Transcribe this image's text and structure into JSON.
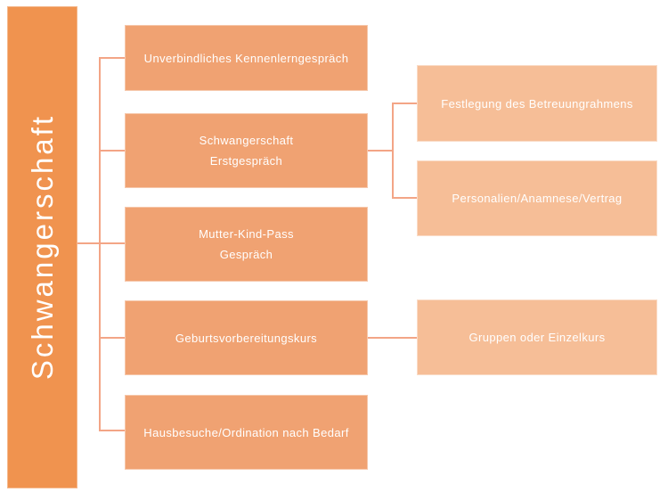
{
  "root": {
    "label": "Schwangerschaft"
  },
  "colors": {
    "root_bar": "#F0934F",
    "primary_box": "#F0A272",
    "secondary_box": "#F6BE97",
    "connector": "#F3A586",
    "text": "#FFFFFF",
    "background": "#FFFFFF"
  },
  "primary_nodes": [
    {
      "lines": [
        "Unverbindliches Kennenlerngespräch"
      ]
    },
    {
      "lines": [
        "Schwangerschaft",
        "Erstgespräch"
      ]
    },
    {
      "lines": [
        "Mutter-Kind-Pass",
        "Gespräch"
      ]
    },
    {
      "lines": [
        "Geburtsvorbereitungskurs"
      ]
    },
    {
      "lines": [
        "Hausbesuche/Ordination nach Bedarf"
      ]
    }
  ],
  "secondary_nodes": [
    {
      "label": "Festlegung des Betreuungrahmens",
      "parent": "Schwangerschaft Erstgespräch"
    },
    {
      "label": "Personalien/Anamnese/Vertrag",
      "parent": "Schwangerschaft Erstgespräch"
    },
    {
      "label": "Gruppen oder Einzelkurs",
      "parent": "Geburtsvorbereitungskurs"
    }
  ]
}
